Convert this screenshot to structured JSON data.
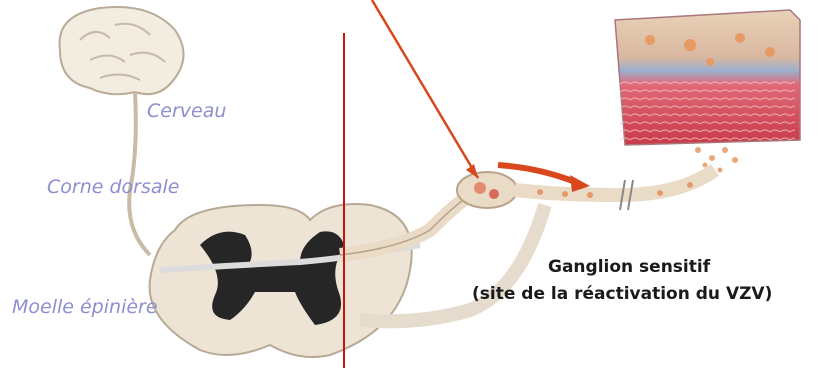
{
  "labels": {
    "brain": "Cerveau",
    "dorsal_horn": "Corne dorsale",
    "spinal_cord": "Moelle épinière",
    "ganglion_title": "Ganglion sensitif",
    "ganglion_note": "(site de la réactivation du VZV)"
  },
  "colors": {
    "label_blue": "#8d8fd0",
    "arrow_red": "#d9481c",
    "divider_red": "#cc1111",
    "cord_tissue": "#eee4d6",
    "gray_matter": "#262626",
    "skin_red": "#d84a58"
  }
}
